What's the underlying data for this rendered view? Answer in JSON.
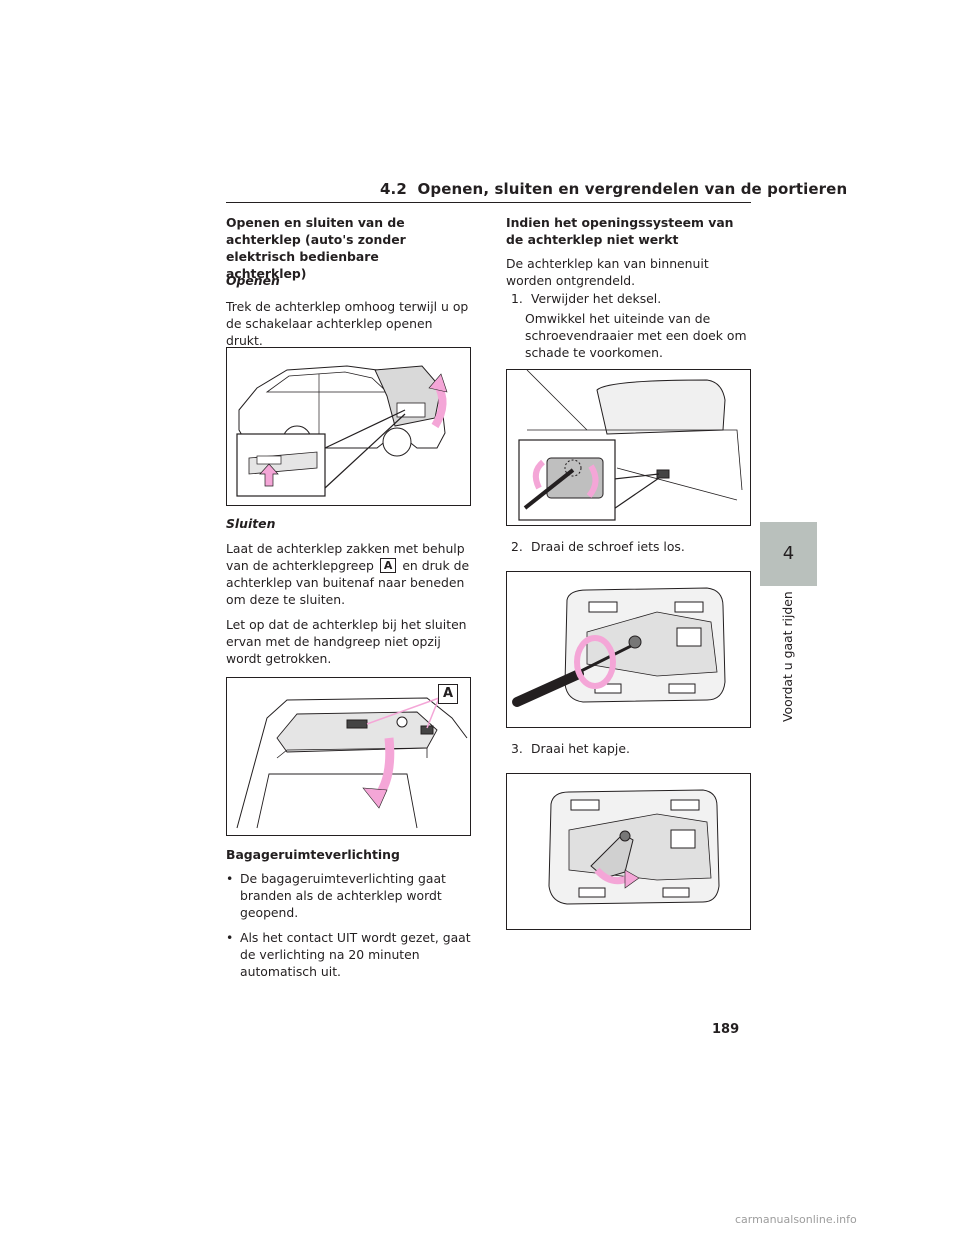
{
  "header": {
    "section": "4.2",
    "title": "Openen, sluiten en vergrendelen van de portieren"
  },
  "left": {
    "heading": "Openen en sluiten van de achterklep (auto's zonder elektrisch bedienbare achterklep)",
    "open_heading": "Openen",
    "open_text": "Trek de achterklep omhoog terwijl u op de schakelaar achterklep openen drukt.",
    "close_heading": "Sluiten",
    "close_text_1a": "Laat de achterklep zakken met behulp van de achterklepgreep",
    "close_marker": "A",
    "close_text_1b": "en druk de achterklep van buitenaf naar beneden om deze te sluiten.",
    "close_text_2": "Let op dat de achterklep bij het sluiten ervan met de handgreep niet opzij wordt getrokken.",
    "fig2_marker": "A",
    "light_heading": "Bagageruimteverlichting",
    "bullet": "•",
    "bullets": [
      "De bagageruimteverlichting gaat branden als de achterklep wordt geopend.",
      "Als het contact UIT wordt gezet, gaat de verlichting na 20 minuten automatisch uit."
    ]
  },
  "right": {
    "heading": "Indien het openingssysteem van de achterklep niet werkt",
    "intro": "De achterklep kan van binnenuit worden ontgrendeld.",
    "steps": [
      {
        "num": "1.",
        "text": "Verwijder het deksel.",
        "note": "Omwikkel het uiteinde van de schroevendraaier met een doek om schade te voorkomen."
      },
      {
        "num": "2.",
        "text": "Draai de schroef iets los."
      },
      {
        "num": "3.",
        "text": "Draai het kapje."
      }
    ]
  },
  "tab": {
    "number": "4",
    "label": "Voordat u gaat rijden"
  },
  "page_number": "189",
  "footer": "carmanualsonline.info",
  "colors": {
    "arrow": "#f4a6d7",
    "tab": "#b9c0bc"
  }
}
